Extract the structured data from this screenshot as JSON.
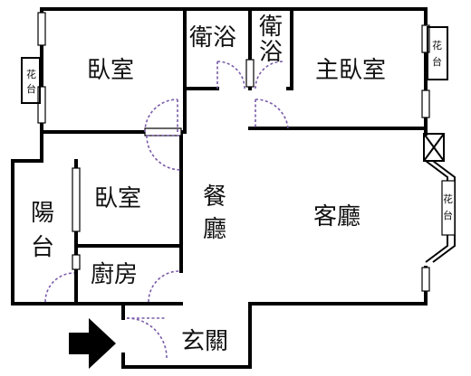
{
  "rooms": {
    "bedroom_left": "臥室",
    "bath_1": "衛浴",
    "bath_2_line1": "衛",
    "bath_2_line2": "浴",
    "master_bedroom": "主臥室",
    "bedroom_small": "臥室",
    "balcony_line1": "陽",
    "balcony_line2": "台",
    "dining_line1": "餐",
    "dining_line2": "廳",
    "living": "客廳",
    "kitchen": "廚房",
    "entrance": "玄關"
  },
  "planters": {
    "left_line1": "花",
    "left_line2": "台",
    "right_top_line1": "花",
    "right_top_line2": "台",
    "right_mid_line1": "花",
    "right_mid_line2": "台"
  },
  "icons": {
    "entry": "entry-arrow-icon"
  },
  "colors": {
    "walls": "#000000",
    "doors": "#7a5ba8",
    "arrow": "#000000"
  }
}
